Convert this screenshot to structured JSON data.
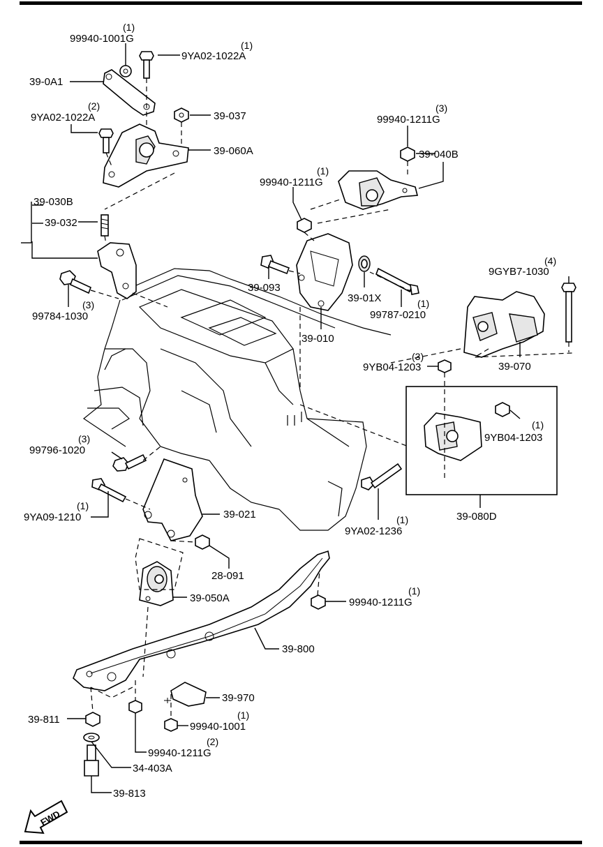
{
  "parts": {
    "p99940_1001G_top": {
      "code": "99940-1001G",
      "qty": "(1)"
    },
    "p9YA02_1022A_top": {
      "code": "9YA02-1022A",
      "qty": "(1)"
    },
    "p39_0A1": {
      "code": "39-0A1"
    },
    "p39_037": {
      "code": "39-037"
    },
    "p9YA02_1022A_left": {
      "code": "9YA02-1022A",
      "qty": "(2)"
    },
    "p39_060A": {
      "code": "39-060A"
    },
    "p99940_1211G_right": {
      "code": "99940-1211G",
      "qty": "(3)"
    },
    "p39_040B": {
      "code": "39-040B"
    },
    "p99940_1211G_mid": {
      "code": "99940-1211G",
      "qty": "(1)"
    },
    "p39_030B": {
      "code": "39-030B"
    },
    "p39_032": {
      "code": "39-032"
    },
    "p39_093": {
      "code": "39-093"
    },
    "p39_01X": {
      "code": "39-01X"
    },
    "p99787_0210": {
      "code": "99787-0210",
      "qty": "(1)"
    },
    "p99784_1030": {
      "code": "99784-1030",
      "qty": "(3)"
    },
    "p9GYB7_1030": {
      "code": "9GYB7-1030",
      "qty": "(4)"
    },
    "p39_010": {
      "code": "39-010"
    },
    "p9YB04_1203_top": {
      "code": "9YB04-1203",
      "qty": "(3)"
    },
    "p39_070": {
      "code": "39-070"
    },
    "p9YB04_1203_box": {
      "code": "9YB04-1203",
      "qty": "(1)"
    },
    "p99796_1020": {
      "code": "99796-1020",
      "qty": "(3)"
    },
    "p9YA09_1210": {
      "code": "9YA09-1210",
      "qty": "(1)"
    },
    "p39_021": {
      "code": "39-021"
    },
    "p39_080D": {
      "code": "39-080D"
    },
    "p9YA02_1236": {
      "code": "9YA02-1236",
      "qty": "(1)"
    },
    "p28_091": {
      "code": "28-091"
    },
    "p39_050A": {
      "code": "39-050A"
    },
    "p99940_1211G_lower": {
      "code": "99940-1211G",
      "qty": "(1)"
    },
    "p39_800": {
      "code": "39-800"
    },
    "p39_970": {
      "code": "39-970"
    },
    "p39_811": {
      "code": "39-811"
    },
    "p99940_1001": {
      "code": "99940-1001",
      "qty": "(1)"
    },
    "p99940_1211G_bottom": {
      "code": "99940-1211G",
      "qty": "(2)"
    },
    "p34_403A": {
      "code": "34-403A"
    },
    "p39_813": {
      "code": "39-813"
    }
  },
  "fwd_label": "FWD",
  "colors": {
    "ink": "#000000",
    "paper": "#ffffff"
  }
}
